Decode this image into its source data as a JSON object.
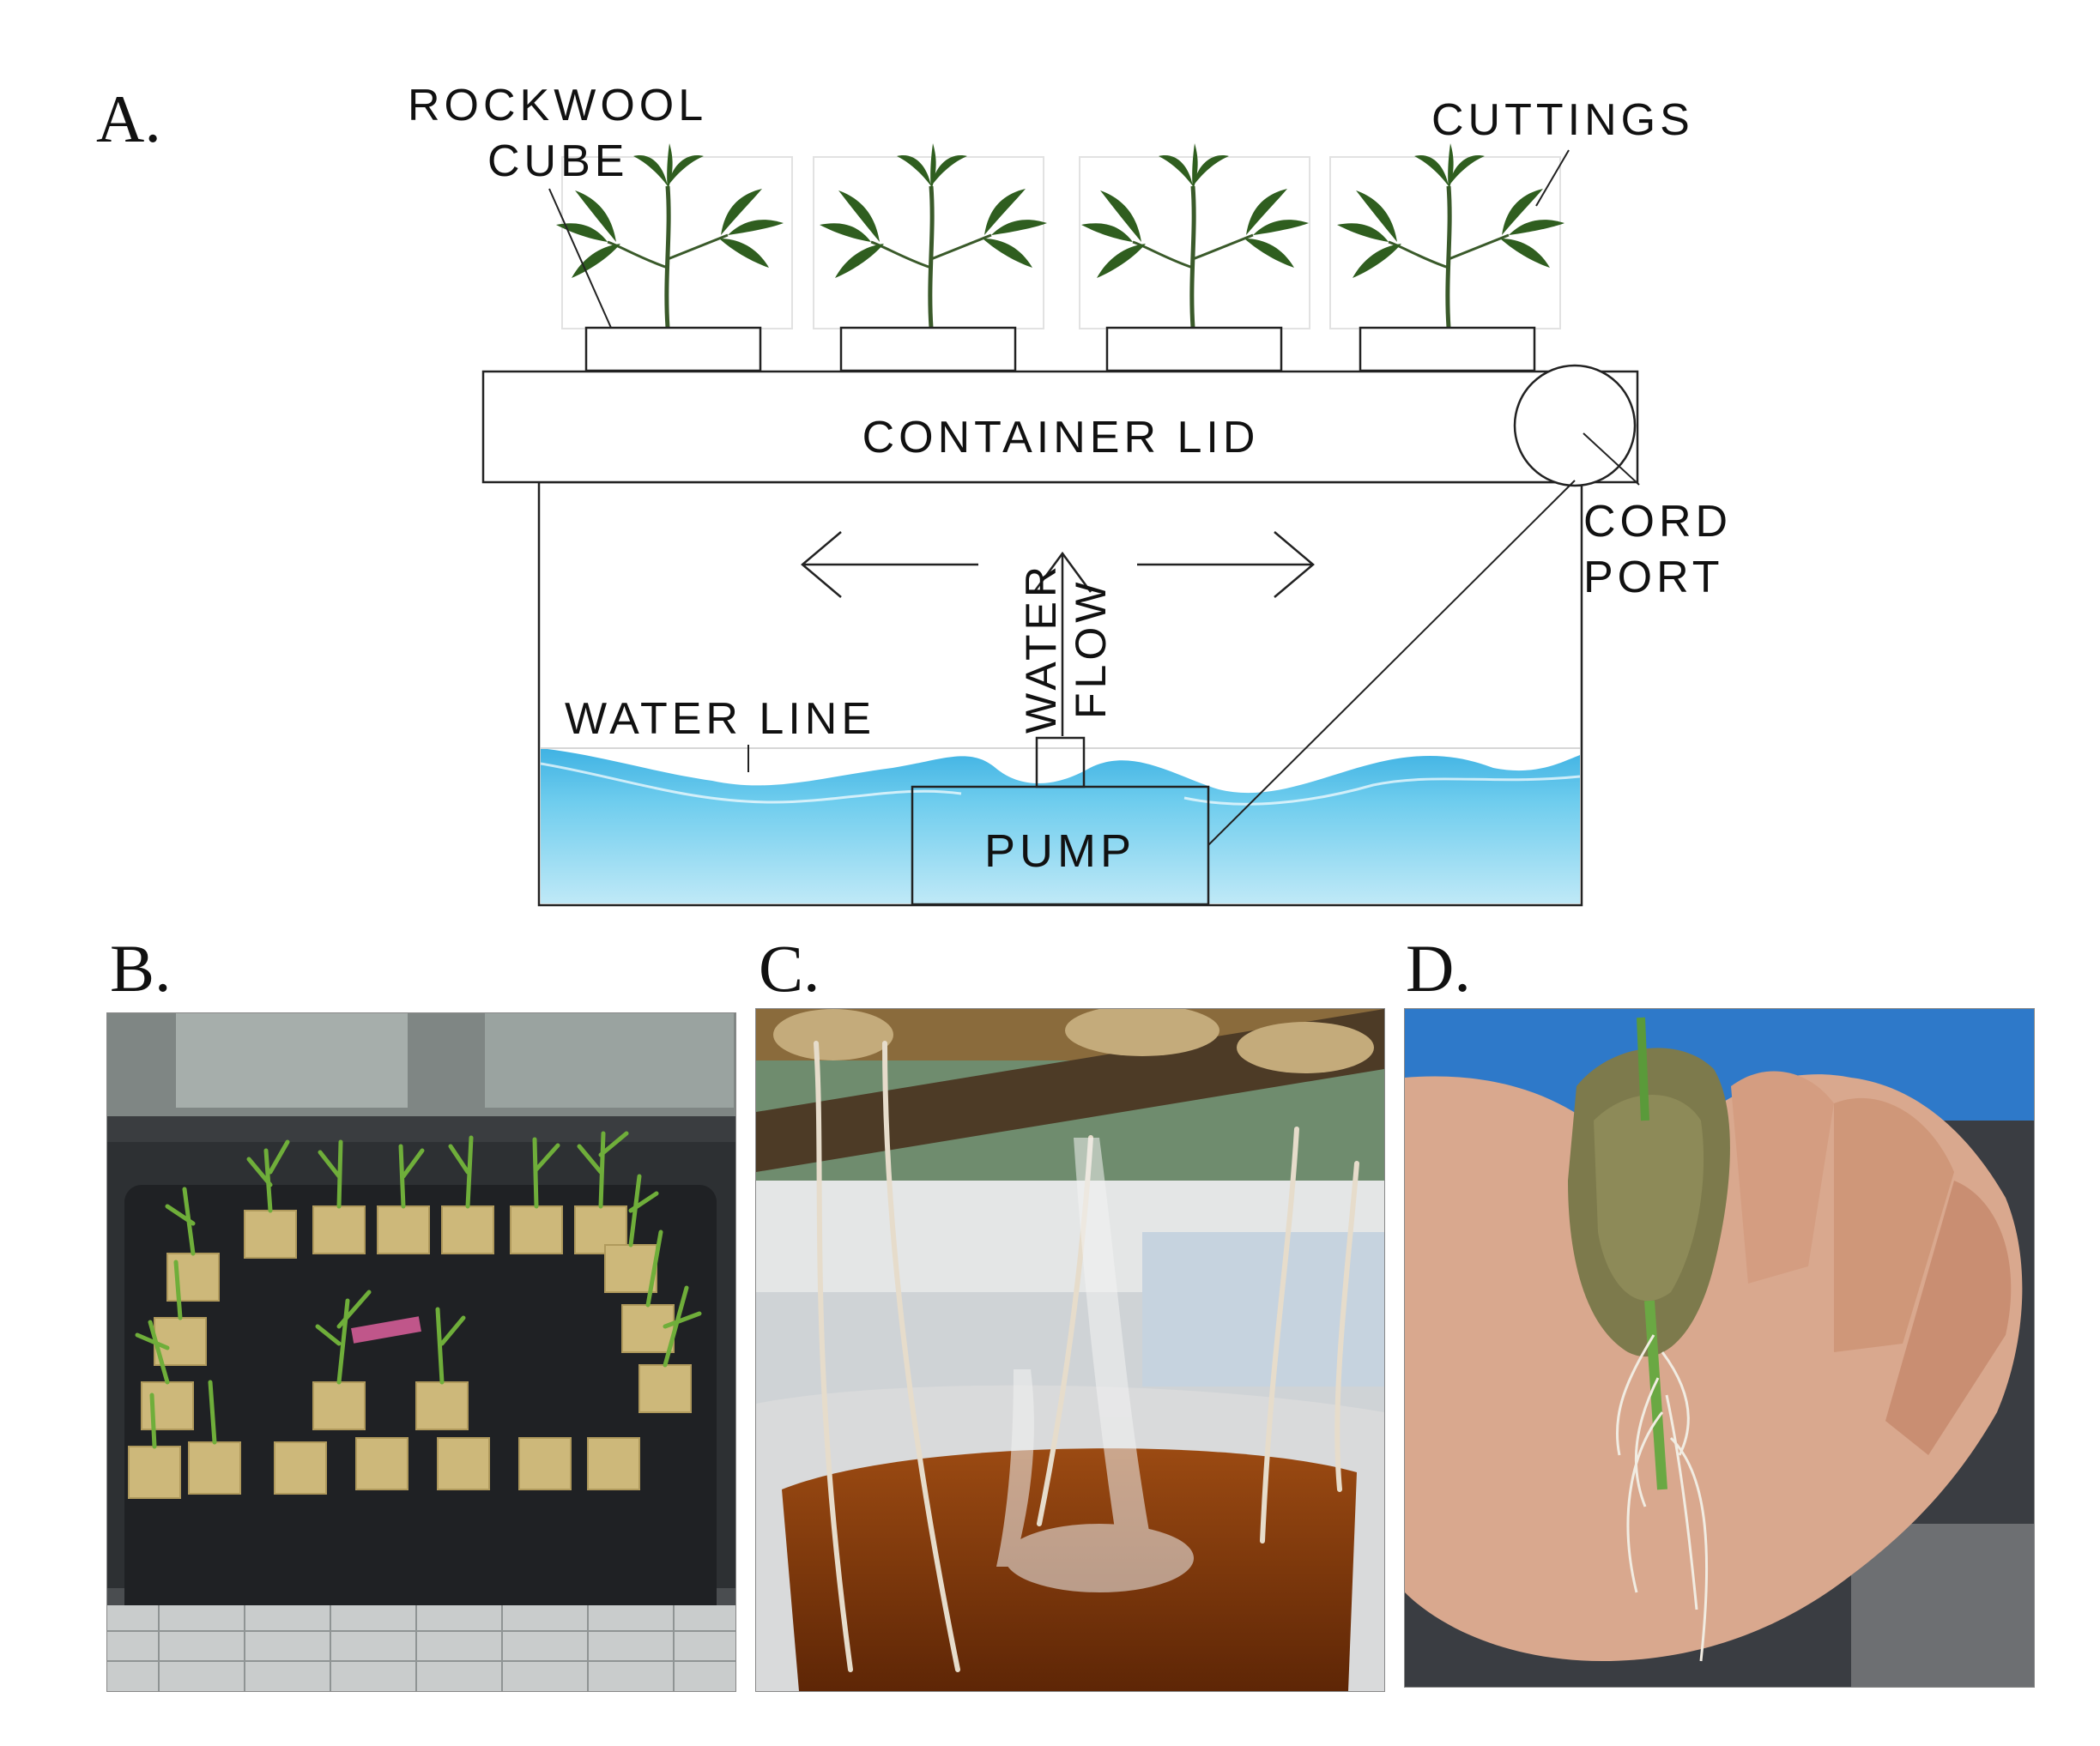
{
  "panels": {
    "a": "A.",
    "b": "B.",
    "c": "C.",
    "d": "D."
  },
  "diagram": {
    "rockwool_line1": "ROCKWOOL",
    "rockwool_line2": "CUBE",
    "cuttings": "CUTTINGS",
    "container_lid": "CONTAINER LID",
    "cord_line1": "CORD",
    "cord_line2": "PORT",
    "water_line": "WATER LINE",
    "water": "WATER",
    "flow": "FLOW",
    "pump": "PUMP"
  },
  "colors": {
    "water_top": "#5fc6ea",
    "water_bottom": "#b9e7f6",
    "leaf": "#2f5e1f",
    "rockwool": "#cdb87a",
    "tray": "#2c2e30",
    "amber_water": "#8a3c0a",
    "root": "#e6dccb",
    "skin": "#d9a88e"
  }
}
